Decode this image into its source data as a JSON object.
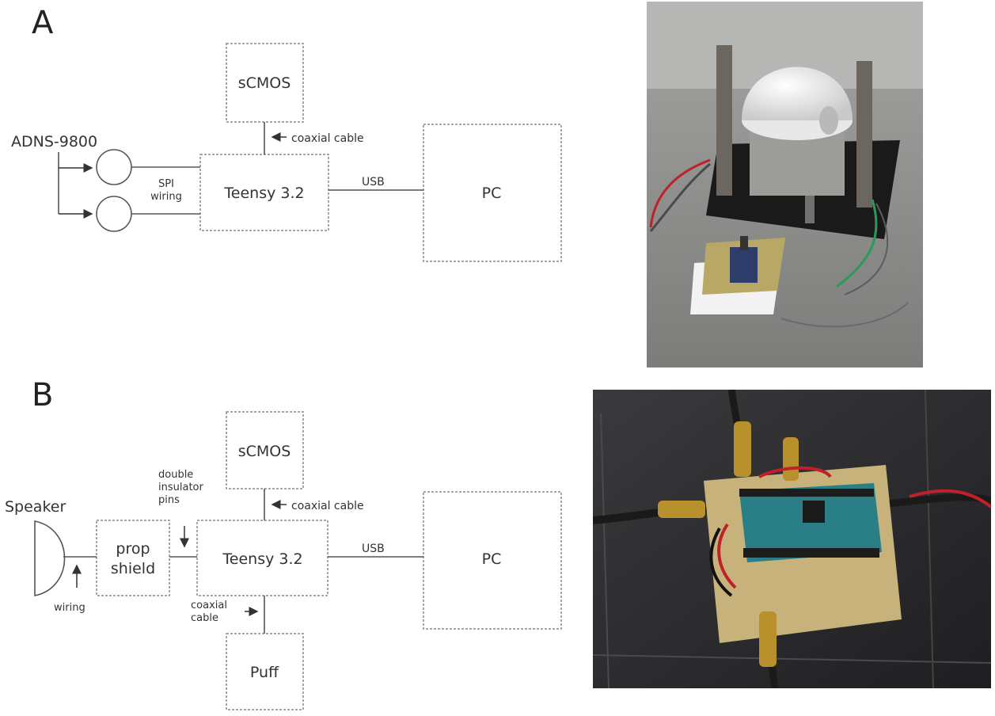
{
  "panel_a": {
    "letter": "A",
    "boxes": {
      "scmos": "sCMOS",
      "teensy": "Teensy 3.2",
      "pc": "PC"
    },
    "sensor_label": "ADNS-9800",
    "labels": {
      "coax": "coaxial cable",
      "spi_line1": "SPI",
      "spi_line2": "wiring",
      "usb": "USB"
    }
  },
  "panel_b": {
    "letter": "B",
    "boxes": {
      "scmos": "sCMOS",
      "teensy": "Teensy 3.2",
      "pc": "PC",
      "prop_line1": "prop",
      "prop_line2": "shield",
      "puff": "Puff"
    },
    "labels": {
      "speaker": "Speaker",
      "wiring": "wiring",
      "pins_line1": "double",
      "pins_line2": "insulator",
      "pins_line3": "pins",
      "coax_top": "coaxial cable",
      "coax_bottom_line1": "coaxial",
      "coax_bottom_line2": "cable",
      "usb": "USB"
    }
  },
  "colors": {
    "box_stroke": "#888888",
    "wire": "#555555",
    "photo_a_bg": "#8a8a8a",
    "photo_b_bg": "#2e2e30"
  }
}
